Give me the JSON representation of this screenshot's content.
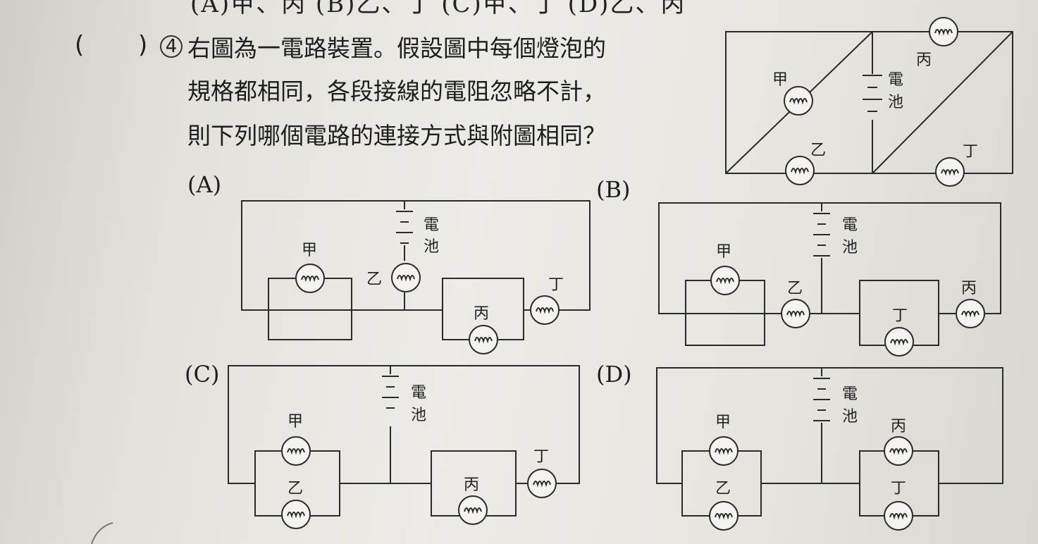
{
  "top_cut": "(A)甲、丙  (B)乙、丁  (C)甲、丁  (D)乙、丙",
  "question": {
    "paren_open": "(",
    "paren_close": ")",
    "number": "4",
    "lines": [
      "右圖為一電路裝置。假設圖中每個燈泡的",
      "規格都相同，各段接線的電阻忽略不計，",
      "則下列哪個電路的連接方式與附圖相同？"
    ]
  },
  "options": {
    "A": "(A)",
    "B": "(B)",
    "C": "(C)",
    "D": "(D)"
  },
  "bulbs": {
    "jia": "甲",
    "yi": "乙",
    "bing": "丙",
    "ding": "丁"
  },
  "battery": {
    "c1": "電",
    "c2": "池"
  }
}
